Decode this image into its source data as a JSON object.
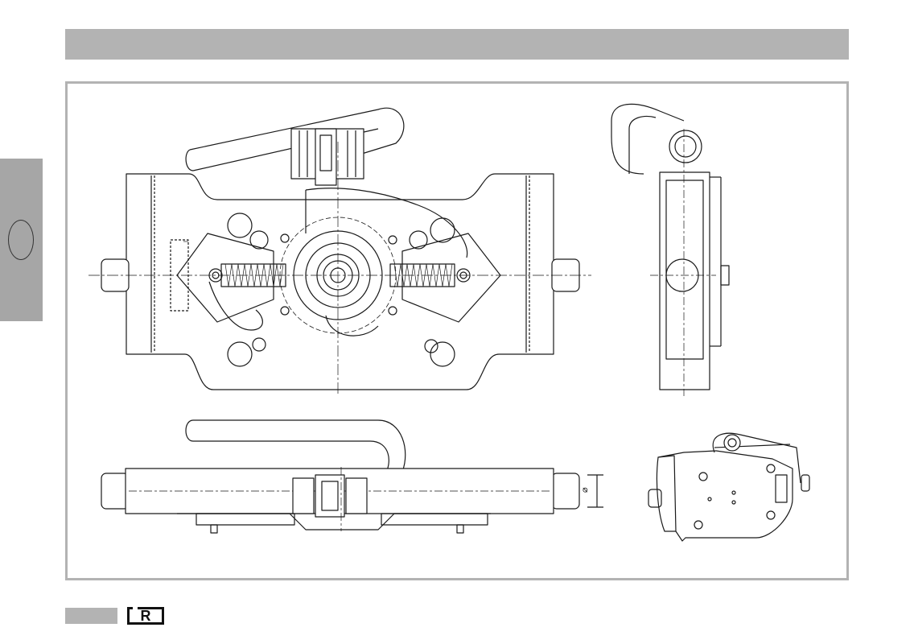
{
  "page": {
    "language_badge": "R",
    "accent_gray": "#b3b3b3",
    "tab_gray": "#a6a6a6",
    "line_color": "#1a1a1a"
  },
  "drawing": {
    "views": [
      "front-view",
      "side-view",
      "top-view",
      "isometric-view"
    ],
    "dimension_symbol": "⌀"
  }
}
